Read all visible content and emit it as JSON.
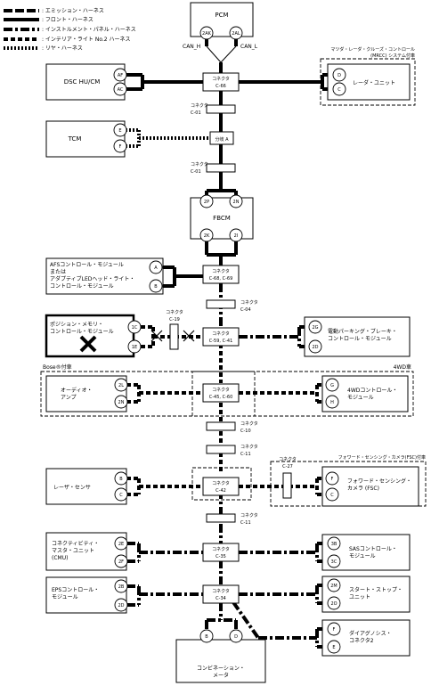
{
  "legend": [
    {
      "label": ": エミッション・ハーネス",
      "style": "emission"
    },
    {
      "label": ": フロント・ハーネス",
      "style": "front"
    },
    {
      "label": ": インストルメント・パネル・ハーネス",
      "style": "instrument"
    },
    {
      "label": ": インテリア・ライト No.2 ハーネス",
      "style": "interior"
    },
    {
      "label": ": リヤ・ハーネス",
      "style": "rear"
    }
  ],
  "modules": {
    "pcm": "PCM",
    "dsc": "DSC HU/CM",
    "tcm": "TCM",
    "fbcm": "FBCM",
    "afs": [
      "AFSコントロール・モジュール",
      "または",
      "アダプティブLEDヘッド・ライト・",
      "コントロール・モジュール"
    ],
    "pos": [
      "ポジション・メモリ・",
      "コントロール・モジュール"
    ],
    "audio": [
      "オーディオ・",
      "アンプ"
    ],
    "laser": "レーザ・センサ",
    "cmu": [
      "コネクティビティ・",
      "マスタ・ユニット",
      "(CMU)"
    ],
    "eps": [
      "EPSコントロール・",
      "モジュール"
    ],
    "combi": [
      "コンビネーション・",
      "メータ"
    ],
    "radar": "レーダ・ユニット",
    "epb": [
      "電動パーキング・ブレーキ・",
      "コントロール・モジュール"
    ],
    "awd": [
      "4WDコントロール・",
      "モジュール"
    ],
    "fsc": [
      "フォワード・センシング・",
      "カメラ (FSC)"
    ],
    "sas": [
      "SASコントロール・",
      "モジュール"
    ],
    "ss": [
      "スタート・ストップ・",
      "ユニット"
    ],
    "diag": [
      "ダイアグノシス・",
      "コネクタ2"
    ]
  },
  "pins": {
    "pcm": [
      "2AK",
      "2AL"
    ],
    "dsc": [
      "AF",
      "AC"
    ],
    "tcm": [
      "E",
      "F"
    ],
    "fbcm_top": [
      "2P",
      "2N"
    ],
    "fbcm_bot": [
      "2K",
      "2I"
    ],
    "afs": [
      "A",
      "B"
    ],
    "pos": [
      "1C",
      "1E"
    ],
    "audio": [
      "2L",
      "2N"
    ],
    "laser": [
      "B",
      "C"
    ],
    "cmu": [
      "2E",
      "2F"
    ],
    "eps": [
      "2B",
      "2D"
    ],
    "combi": [
      "B",
      "D"
    ],
    "radar": [
      "D",
      "C"
    ],
    "epb": [
      "2G",
      "2D"
    ],
    "awd": [
      "G",
      "H"
    ],
    "fsc": [
      "F",
      "C"
    ],
    "sas": [
      "3B",
      "3C"
    ],
    "ss": [
      "2M",
      "2O"
    ],
    "diag": [
      "F",
      "E"
    ]
  },
  "labels": {
    "can_h": "CAN_H",
    "can_l": "CAN_L",
    "mrcc": [
      "マツダ・レーダ・クルーズ・コントロール",
      "(MRCC) システム付車"
    ],
    "bose": "Bose®付車",
    "wd4": "4WD車",
    "fsc_opt": "フォワード・センシング・カメラ(FSC)付車",
    "connector": "コネクタ",
    "branch_a": "分岐 A"
  },
  "connectors": {
    "c66": "C-66",
    "c01a": "C-01",
    "c01b": "C-01",
    "c6869": "C-68, C-69",
    "c04": "C-04",
    "c19": "C-19",
    "c5941": "C-59, C-41",
    "c4560": "C-45, C-60",
    "c10": "C-10",
    "c11a": "C-11",
    "c27": "C-27",
    "c42": "C-42",
    "c11b": "C-11",
    "c35": "C-35",
    "c34": "C-34"
  }
}
